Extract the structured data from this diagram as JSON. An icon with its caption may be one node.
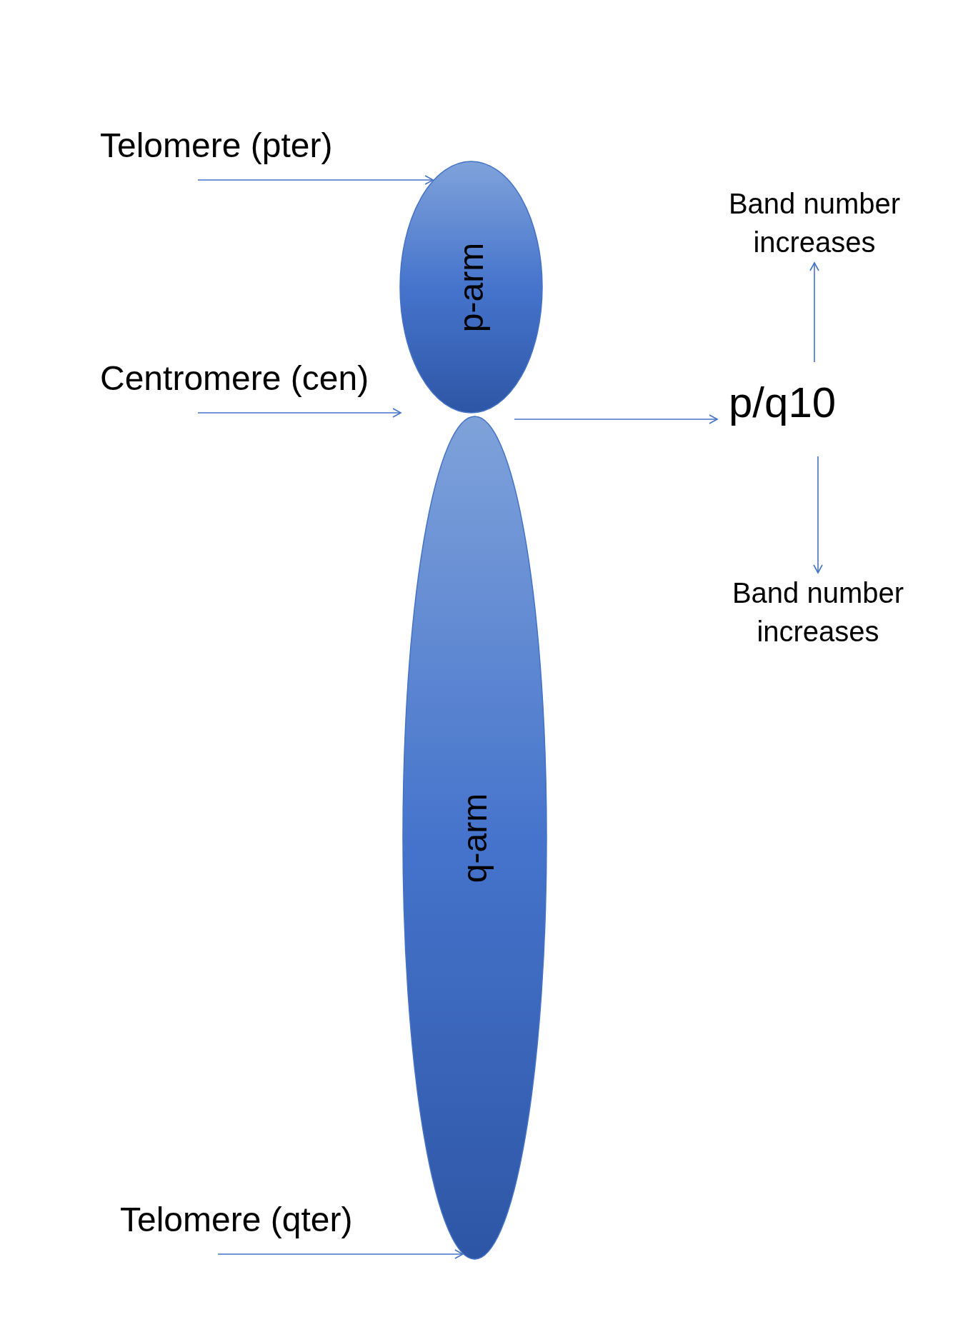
{
  "diagram": {
    "nodes": [
      {
        "text": [
          "Telomere (pter)"
        ]
      },
      {
        "text": [
          "p-arm"
        ]
      },
      {
        "text": [
          "Centromere (cen)"
        ]
      },
      {
        "text": [
          "q-arm"
        ]
      },
      {
        "text": [
          "Telomere (qter)"
        ]
      },
      {
        "text": [
          "p/q10"
        ]
      },
      {
        "text": [
          "Band number increases"
        ]
      },
      {
        "text": [
          "Band number increases"
        ]
      }
    ],
    "edges": [
      {
        "from": 0,
        "to": 1,
        "arrow": "to"
      },
      {
        "from": 2,
        "to": null,
        "arrow": "to"
      },
      {
        "from": 4,
        "to": 3,
        "arrow": "to"
      },
      {
        "from": null,
        "to": 5,
        "arrow": "to"
      },
      {
        "from": 5,
        "to": 6,
        "arrow": "to"
      },
      {
        "from": 5,
        "to": 7,
        "arrow": "to"
      }
    ]
  }
}
